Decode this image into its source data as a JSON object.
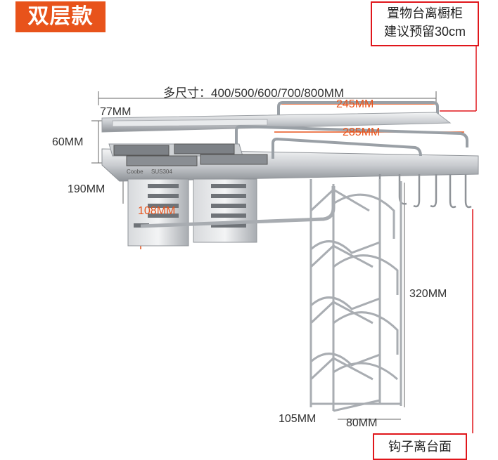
{
  "badge": {
    "label": "双层款"
  },
  "notes": {
    "cabinet_clearance_line1": "置物台离橱柜",
    "cabinet_clearance_line2": "建议预留30cm",
    "hook_height": "钩子离台面"
  },
  "dimensions": {
    "length_options": "多尺寸：400/500/600/700/800MM",
    "top_rail": "245MM",
    "lower_rail": "285MM",
    "depth_top": "77MM",
    "height": "60MM",
    "depth_cup": "190MM",
    "cup_height": "108MM",
    "lid_rack_height": "320MM",
    "lid_rack_depth": "105MM",
    "lid_rack_width": "80MM"
  },
  "product": {
    "brand_mark": "Coobe",
    "material_mark": "SUS304"
  },
  "colors": {
    "accent": "#e8531b",
    "note_border": "#e0161b",
    "metal": "#c9ccd0"
  }
}
